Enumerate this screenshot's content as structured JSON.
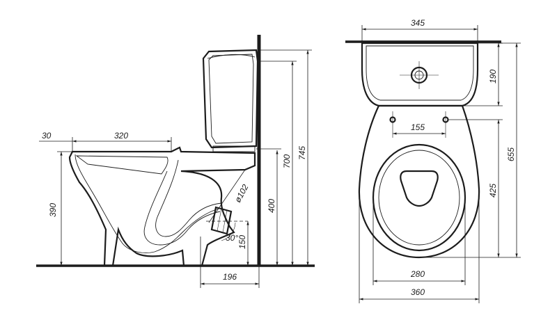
{
  "side_view": {
    "dim_rim_offset": "30",
    "dim_bowl_length": "320",
    "dim_bowl_height": "390",
    "dim_outlet_diameter": "ø102",
    "dim_outlet_angle": "30°",
    "dim_outlet_height": "150",
    "dim_outlet_to_wall_height": "400",
    "dim_tank_base_height": "700",
    "dim_total_height": "745",
    "dim_outlet_to_wall": "196"
  },
  "top_view": {
    "dim_tank_width": "345",
    "dim_tank_depth": "190",
    "dim_bolt_spacing": "155",
    "dim_bowl_length": "425",
    "dim_total_length": "655",
    "dim_seat_width": "280",
    "dim_bowl_width": "360"
  }
}
